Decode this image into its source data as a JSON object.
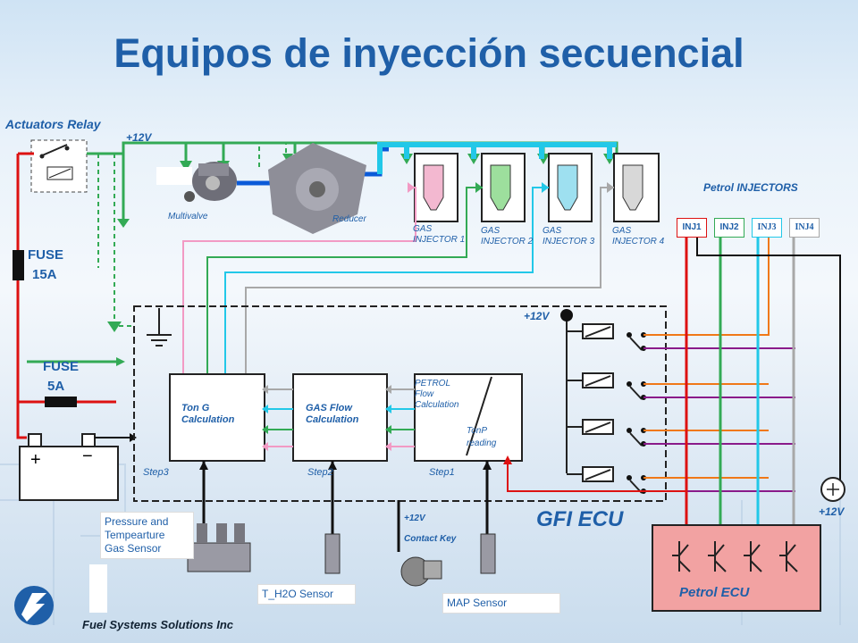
{
  "title": "Equipos de inyección secuencial",
  "labels": {
    "actuators_relay": "Actuators Relay",
    "plus12v_top": "+12V",
    "multivalve": "Multivalve",
    "reducer": "Reducer",
    "petrol_injectors": "Petrol INJECTORS",
    "fuse15_a": "FUSE",
    "fuse15_b": "15A",
    "fuse5_a": "FUSE",
    "fuse5_b": "5A",
    "plus12v_mid": "+12V",
    "step3": "Step3",
    "step2": "Step2",
    "step1": "Step1",
    "plus12v_key": "+12V",
    "contact_key": "Contact  Key",
    "gfi_ecu": "GFI ECU",
    "plus12v_right": "+12V",
    "petrol_ecu": "Petrol ECU",
    "footer": "Fuel Systems Solutions Inc"
  },
  "gas_injectors": [
    {
      "line1": "GAS",
      "line2": "INJECTOR 1"
    },
    {
      "line1": "GAS",
      "line2": "INJECTOR 2"
    },
    {
      "line1": "GAS",
      "line2": "INJECTOR 3"
    },
    {
      "line1": "GAS",
      "line2": "INJECTOR 4"
    }
  ],
  "petrol_injectors": [
    "INJ1",
    "INJ2",
    "INJ3",
    "INJ4"
  ],
  "blocks": {
    "ton_g": {
      "line1": "Ton G",
      "line2": "Calculation"
    },
    "gas_flow": {
      "line1": "GAS Flow",
      "line2": "Calculation"
    },
    "petrol_flow": {
      "line1": "PETROL",
      "line2": "Flow",
      "line3": "Calculation"
    },
    "tonp": {
      "line1": "TonP",
      "line2": "reading"
    }
  },
  "sensors": {
    "pressure": {
      "line1": "Pressure and",
      "line2": "Tempearture",
      "line3": "Gas Sensor"
    },
    "th2o": "T_H2O Sensor",
    "map": "MAP Sensor"
  },
  "colors": {
    "title": "#1f5fa8",
    "wire_green": "#33aa55",
    "wire_pink": "#f29ac4",
    "wire_cyan": "#22c8e8",
    "wire_gray": "#a8a8a8",
    "wire_red": "#dd1111",
    "wire_blue": "#0a5ad8",
    "wire_orange": "#f07818",
    "wire_purple": "#8a1a8a"
  }
}
